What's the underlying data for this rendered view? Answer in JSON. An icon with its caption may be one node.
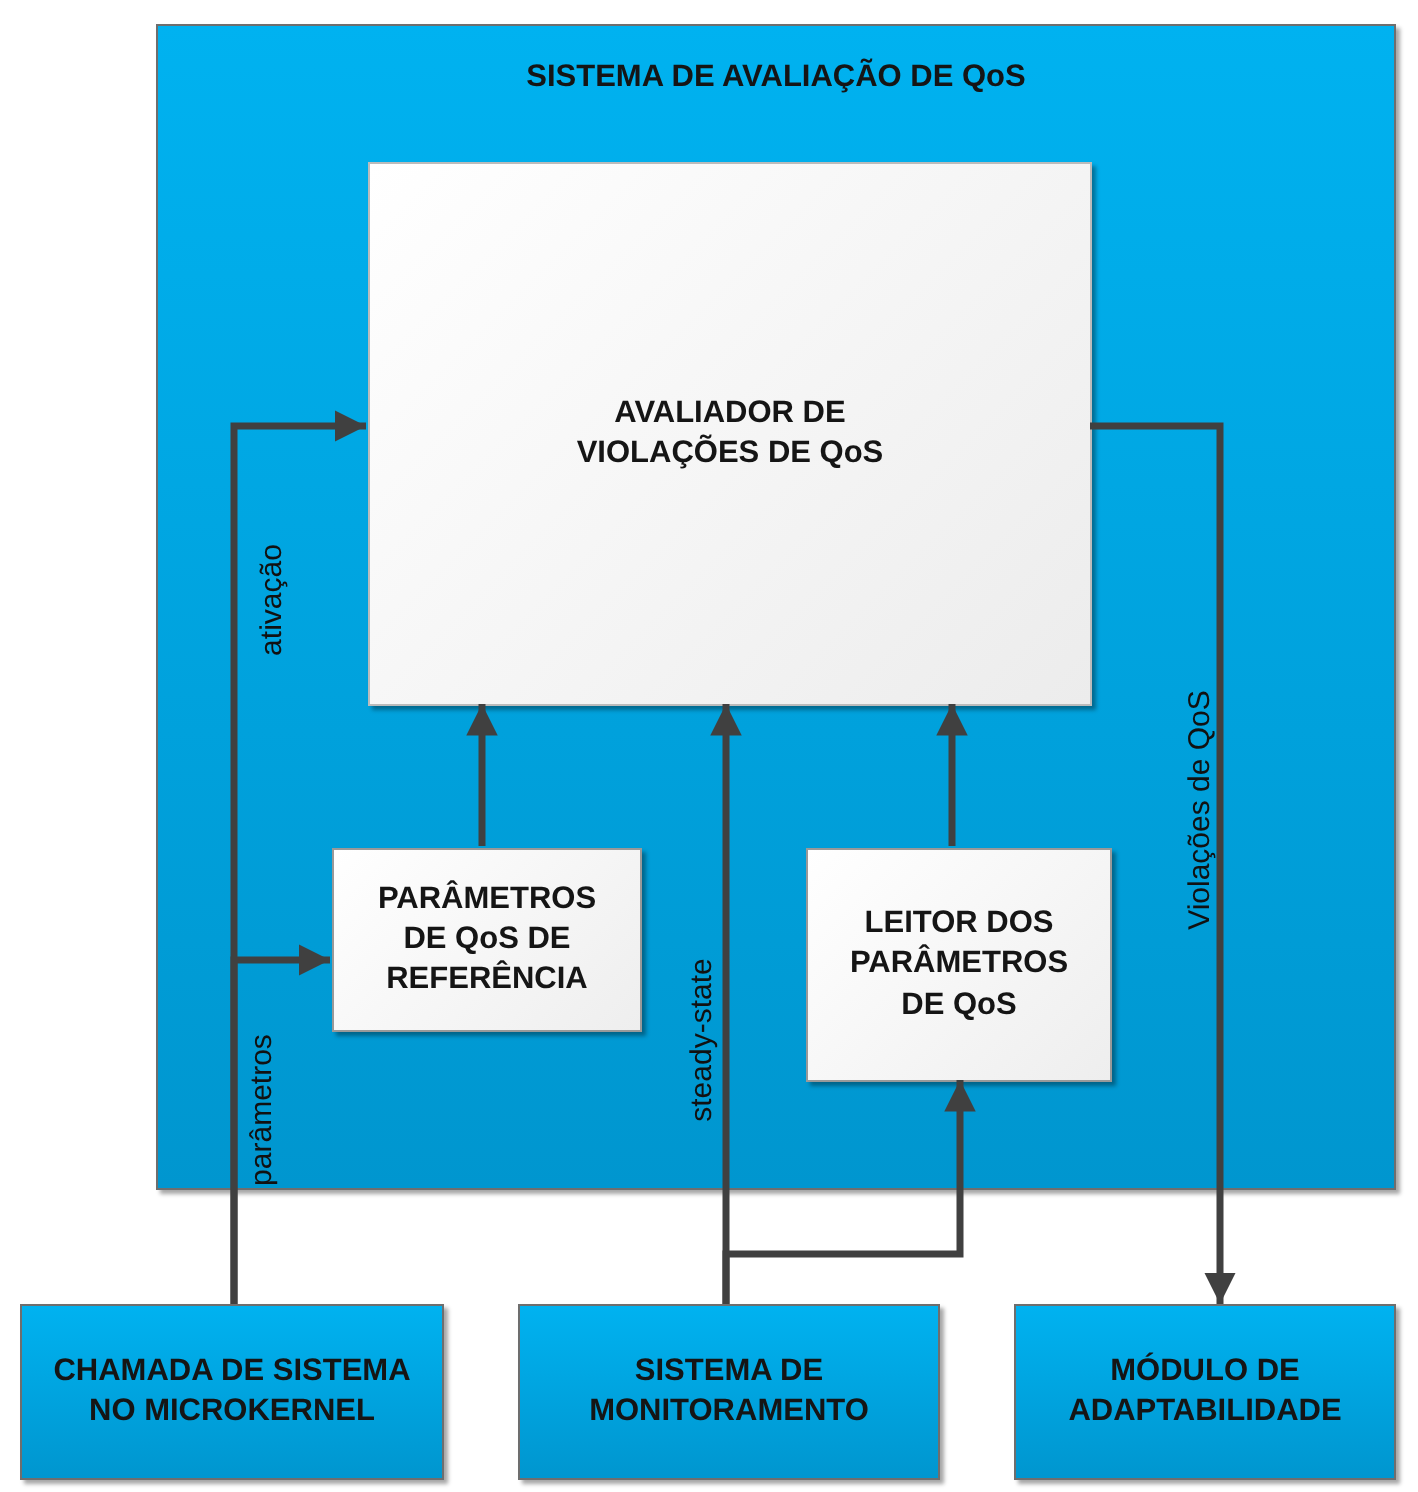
{
  "diagram": {
    "nodes": [
      {
        "text": [
          "SISTEMA DE AVALIAÇÃO DE QoS"
        ]
      },
      {
        "text": [
          "AVALIADOR DE VIOLAÇÕES DE QoS"
        ],
        "in": 0
      },
      {
        "text": [
          "PARÂMETROS DE QoS DE REFERÊNCIA"
        ],
        "in": 0
      },
      {
        "text": [
          "LEITOR DOS PARÂMETROS DE QoS"
        ],
        "in": 0
      },
      {
        "text": [
          "CHAMADA DE SISTEMA NO MICROKERNEL"
        ]
      },
      {
        "text": [
          "SISTEMA DE MONITORAMENTO"
        ]
      },
      {
        "text": [
          "MÓDULO DE ADAPTABILIDADE"
        ]
      }
    ],
    "edges": [
      {
        "from": 4,
        "to": 1,
        "arrow": "to",
        "label": "ativação"
      },
      {
        "from": 4,
        "to": 2,
        "arrow": "to",
        "label": "parâmetros"
      },
      {
        "from": 2,
        "to": 1,
        "arrow": "to"
      },
      {
        "from": 5,
        "to": 1,
        "arrow": "to",
        "label": "steady-state"
      },
      {
        "from": 5,
        "to": 3,
        "arrow": "to"
      },
      {
        "from": 3,
        "to": 1,
        "arrow": "to"
      },
      {
        "from": 1,
        "to": 6,
        "arrow": "to",
        "label": "Violações de QoS"
      }
    ]
  }
}
